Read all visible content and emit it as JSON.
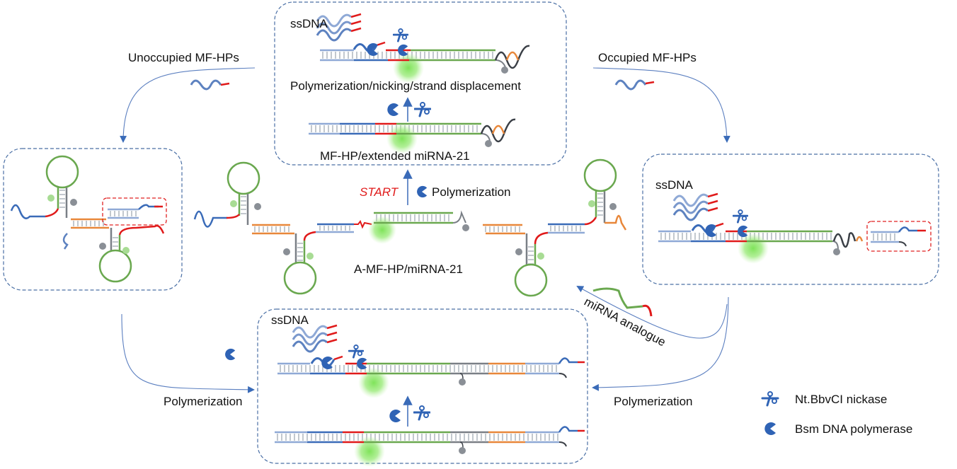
{
  "colors": {
    "blue_strand": "#3a6bb8",
    "red_strand": "#e01a1a",
    "green_strand": "#6aa84f",
    "orange_strand": "#e8873a",
    "gray_strand": "#7a7f86",
    "enzyme_blue": "#2f63b5",
    "box_border": "#4a6fa5",
    "highlight_box": "#e02020",
    "start_text": "#e01a1a"
  },
  "boxes": {
    "top": {
      "ssdna_label": "ssDNA",
      "step_label": "Polymerization/nicking/strand displacement",
      "complex_label": "MF-HP/extended miRNA-21"
    },
    "left": {},
    "right": {
      "ssdna_label": "ssDNA"
    },
    "bottom": {
      "ssdna_label": "ssDNA"
    }
  },
  "center": {
    "start_label": "START",
    "polymerization_label": "Polymerization",
    "complex_label": "A-MF-HP/miRNA-21"
  },
  "flows": {
    "unoccupied": "Unoccupied MF-HPs",
    "occupied": "Occupied MF-HPs",
    "left_polymerization": "Polymerization",
    "right_polymerization": "Polymerization",
    "mirna_analogue": "miRNA analogue"
  },
  "legend": [
    {
      "icon": "scissors-icon",
      "label": "Nt.BbvCI nickase"
    },
    {
      "icon": "pacman-polymerase-icon",
      "label": "Bsm DNA polymerase"
    }
  ]
}
